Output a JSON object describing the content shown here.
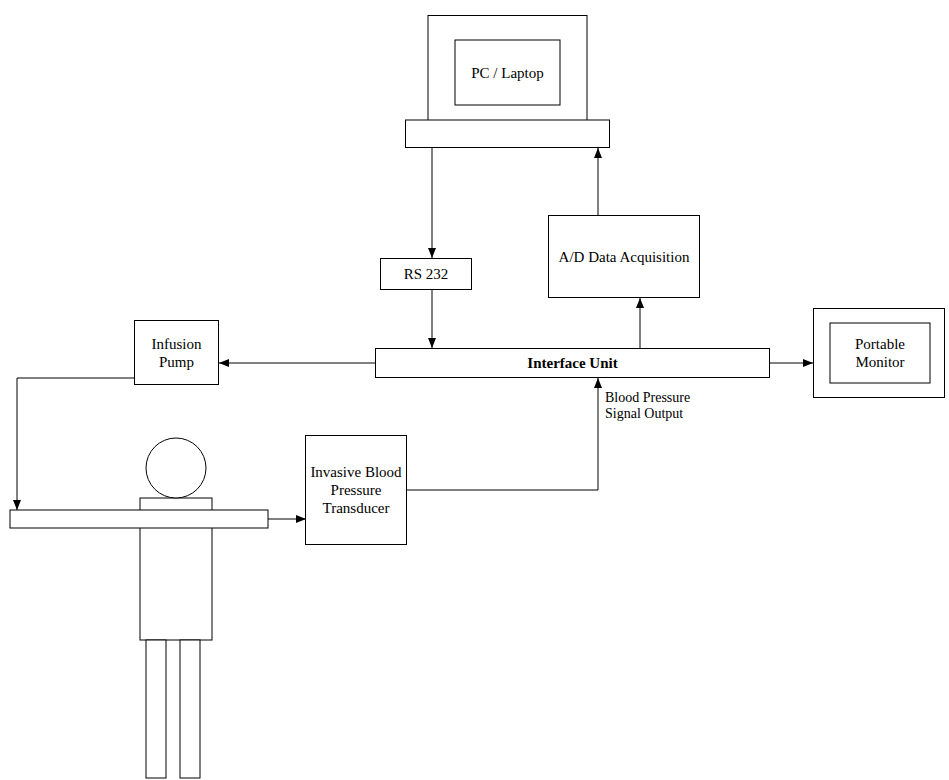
{
  "diagram": {
    "nodes": [
      {
        "text": [
          "PC / Laptop"
        ]
      },
      {
        "text": [
          "RS 232"
        ]
      },
      {
        "text": [
          "A/D Data Acquisition"
        ]
      },
      {
        "text": [
          "Infusion Pump"
        ]
      },
      {
        "text": [
          "Interface Unit"
        ]
      },
      {
        "text": [
          "Portable Monitor"
        ]
      },
      {
        "text": [
          "Invasive Blood Pressure Transducer"
        ]
      }
    ],
    "edges": [
      {
        "from": 0,
        "to": 1,
        "arrow": "to"
      },
      {
        "from": 1,
        "to": 4,
        "arrow": "to"
      },
      {
        "from": 4,
        "to": 2,
        "arrow": "to"
      },
      {
        "from": 2,
        "to": 0,
        "arrow": "to"
      },
      {
        "from": 4,
        "to": 3,
        "arrow": "to"
      },
      {
        "from": 4,
        "to": 5,
        "arrow": "to"
      },
      {
        "from": 6,
        "to": 4,
        "label": "Blood Pressure Signal Output",
        "arrow": "to"
      }
    ]
  }
}
